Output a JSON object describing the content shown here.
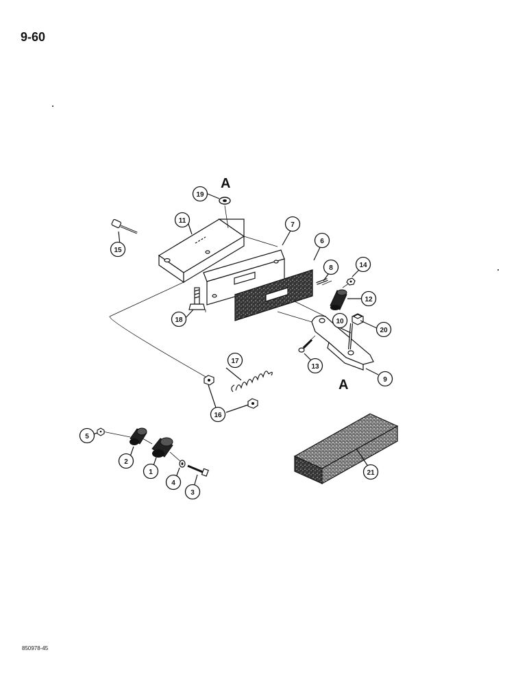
{
  "page": {
    "page_number": "9-60",
    "doc_code": "850978-45"
  },
  "reference_marks": {
    "top": "A",
    "bottom": "A"
  },
  "callouts": {
    "c1": "1",
    "c2": "2",
    "c3": "3",
    "c4": "4",
    "c5": "5",
    "c6": "6",
    "c7": "7",
    "c8": "8",
    "c9": "9",
    "c10": "10",
    "c11": "11",
    "c12": "12",
    "c13": "13",
    "c14": "14",
    "c15": "15",
    "c16": "16",
    "c17": "17",
    "c18": "18",
    "c19": "19",
    "c20": "20",
    "c21": "21"
  },
  "colors": {
    "ink": "#111111",
    "paper": "#ffffff"
  }
}
